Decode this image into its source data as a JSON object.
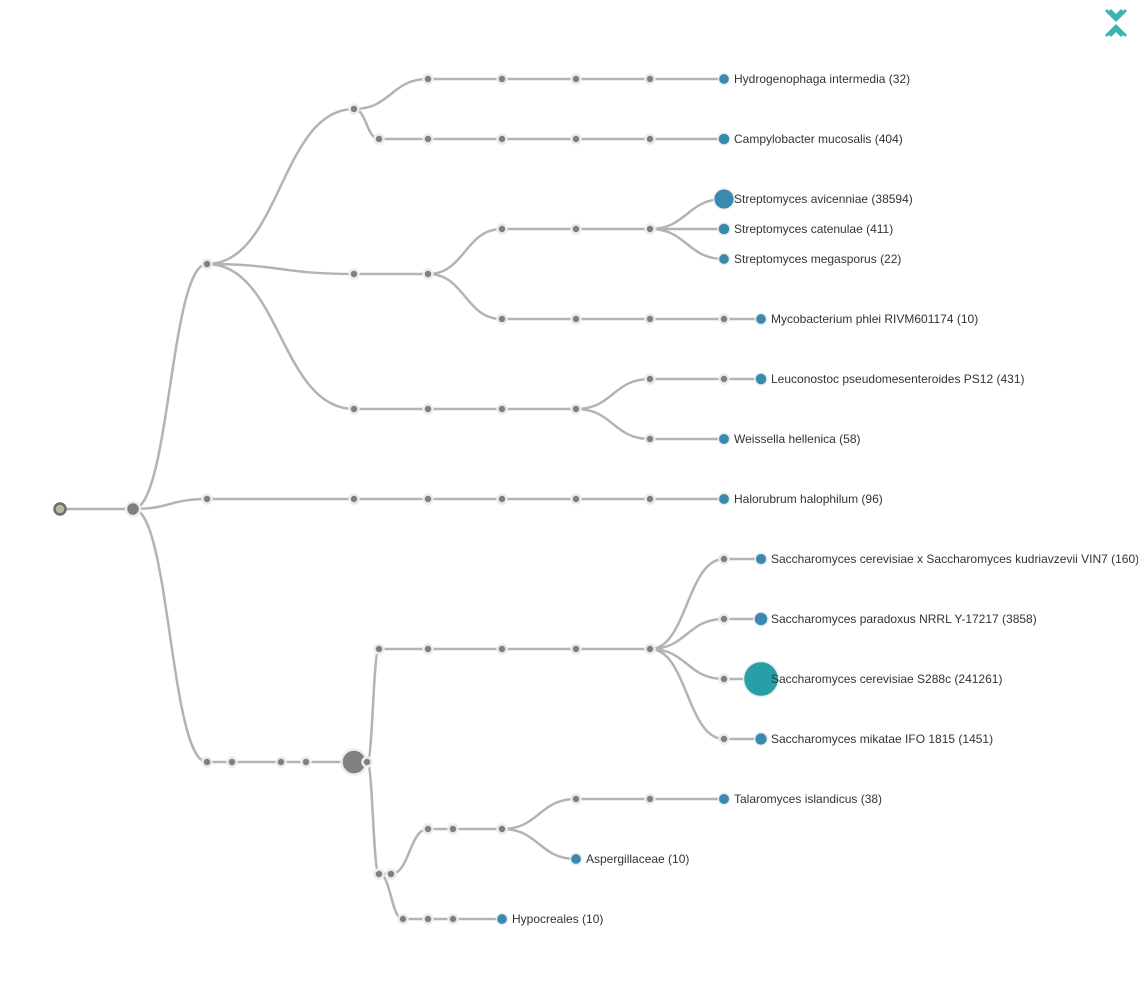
{
  "colors": {
    "link": "#b3b3b3",
    "internal_node": "#808080",
    "leaf_node": "#3a8ab0",
    "leaf_node_large": "#26a0a6",
    "root_fill": "#b8b8a8",
    "logo": "#3cb3b0"
  },
  "logo": {
    "icon": "double-chevron-logo-icon"
  },
  "leaves": [
    {
      "id": "hydrogenophaga",
      "name": "Hydrogenophaga intermedia",
      "count": 32
    },
    {
      "id": "campylobacter",
      "name": "Campylobacter mucosalis",
      "count": 404
    },
    {
      "id": "s-avicenniae",
      "name": "Streptomyces avicenniae",
      "count": 38594
    },
    {
      "id": "s-catenulae",
      "name": "Streptomyces catenulae",
      "count": 411
    },
    {
      "id": "s-megasporus",
      "name": "Streptomyces megasporus",
      "count": 22
    },
    {
      "id": "mycobacterium",
      "name": "Mycobacterium phlei RIVM601174",
      "count": 10
    },
    {
      "id": "leuconostoc",
      "name": "Leuconostoc pseudomesenteroides PS12",
      "count": 431
    },
    {
      "id": "weissella",
      "name": "Weissella hellenica",
      "count": 58
    },
    {
      "id": "halorubrum",
      "name": "Halorubrum halophilum",
      "count": 96
    },
    {
      "id": "sc-x-skud",
      "name": "Saccharomyces cerevisiae x Saccharomyces kudriavzevii VIN7",
      "count": 160
    },
    {
      "id": "s-paradoxus",
      "name": "Saccharomyces paradoxus NRRL Y-17217",
      "count": 3858
    },
    {
      "id": "s-cerevisiae",
      "name": "Saccharomyces cerevisiae S288c",
      "count": 241261
    },
    {
      "id": "s-mikatae",
      "name": "Saccharomyces mikatae IFO 1815",
      "count": 1451
    },
    {
      "id": "talaromyces",
      "name": "Talaromyces islandicus",
      "count": 38
    },
    {
      "id": "aspergillaceae",
      "name": "Aspergillaceae",
      "count": 10
    },
    {
      "id": "hypocreales",
      "name": "Hypocreales",
      "count": 10
    }
  ]
}
